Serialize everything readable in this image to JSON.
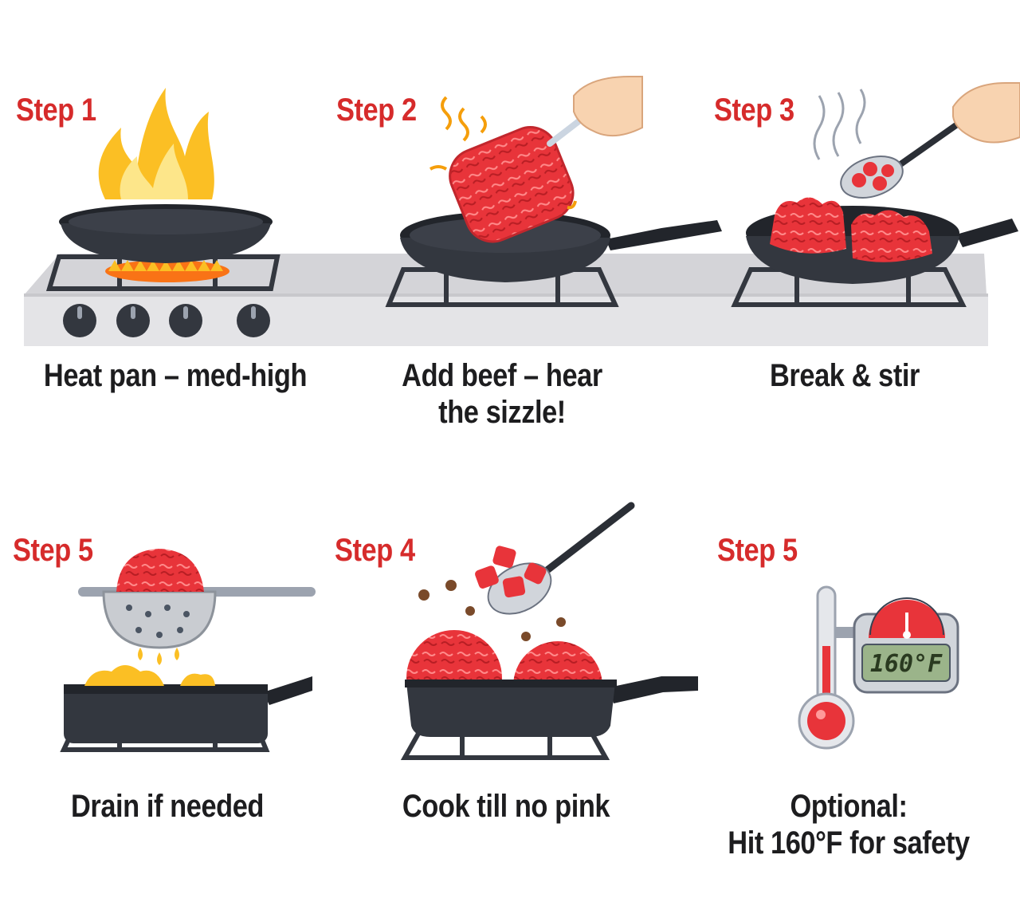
{
  "colors": {
    "step_label": "#d62b2b",
    "caption": "#1d1d1f",
    "pan": "#33373f",
    "stove": "#e2e2e4",
    "beef": "#e8343a",
    "flame": "#fbbf24"
  },
  "steps": [
    {
      "label": "Step 1",
      "caption": "Heat pan – med-high",
      "icon": "flame-pan-icon"
    },
    {
      "label": "Step 2",
      "caption": "Add beef – hear the sizzle!",
      "icon": "beef-in-pan-icon"
    },
    {
      "label": "Step 3",
      "caption": "Break & stir",
      "icon": "stir-spoon-icon"
    },
    {
      "label": "Step 5",
      "caption": "Drain if needed",
      "icon": "strainer-icon"
    },
    {
      "label": "Step 4",
      "caption": "Cook till no pink",
      "icon": "browning-beef-icon"
    },
    {
      "label": "Step 5",
      "caption_line1": "Optional:",
      "caption_line2": "Hit 160°F for safety",
      "icon": "thermometer-icon"
    }
  ],
  "thermometer": {
    "display": "160°F"
  }
}
